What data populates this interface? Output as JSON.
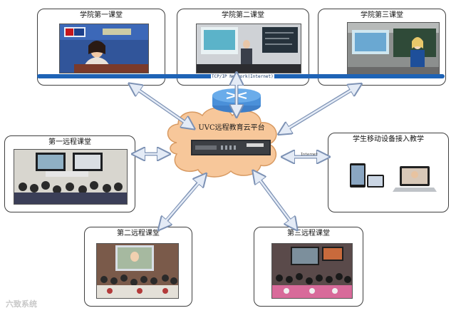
{
  "network": {
    "label": "TCP/IP Network(Internet)",
    "internet_label": "Internet"
  },
  "platform": {
    "title": "UVC远程教育云平台"
  },
  "nodes": {
    "college_class_1": "学院第一课堂",
    "college_class_2": "学院第二课堂",
    "college_class_3": "学院第三课堂",
    "remote_class_1": "第一远程课堂",
    "remote_class_2": "第二远程课堂",
    "remote_class_3": "第三远程课堂",
    "mobile_access": "学生移动设备接入教学"
  },
  "colors": {
    "network_bar": "#1e63b6",
    "cloud_fill": "#f7c79a",
    "router": "#4a90d9",
    "arrow_fill": "#e4ebf6",
    "arrow_stroke": "#7c91b4"
  },
  "watermark": "六致系统"
}
